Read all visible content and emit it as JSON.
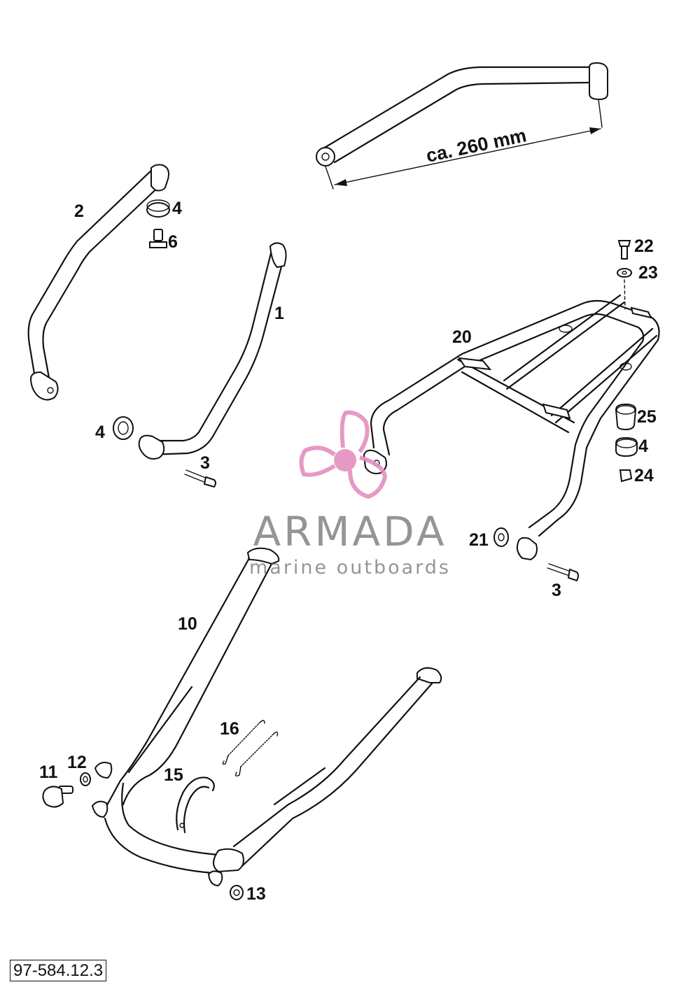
{
  "dimension": {
    "text": "ca. 260 mm"
  },
  "labels": {
    "l1": "1",
    "l2": "2",
    "l3a": "3",
    "l3b": "3",
    "l4a": "4",
    "l4b": "4",
    "l4c": "4",
    "l6": "6",
    "l10": "10",
    "l11": "11",
    "l12": "12",
    "l13": "13",
    "l15": "15",
    "l16": "16",
    "l20": "20",
    "l21": "21",
    "l22": "22",
    "l23": "23",
    "l24": "24",
    "l25": "25"
  },
  "watermark": {
    "title": "ARMADA",
    "subtitle": "marine outboards",
    "logo_color": "#e48fbf",
    "text_color": "#8a8a8a"
  },
  "document_number": "97-584.12.3"
}
